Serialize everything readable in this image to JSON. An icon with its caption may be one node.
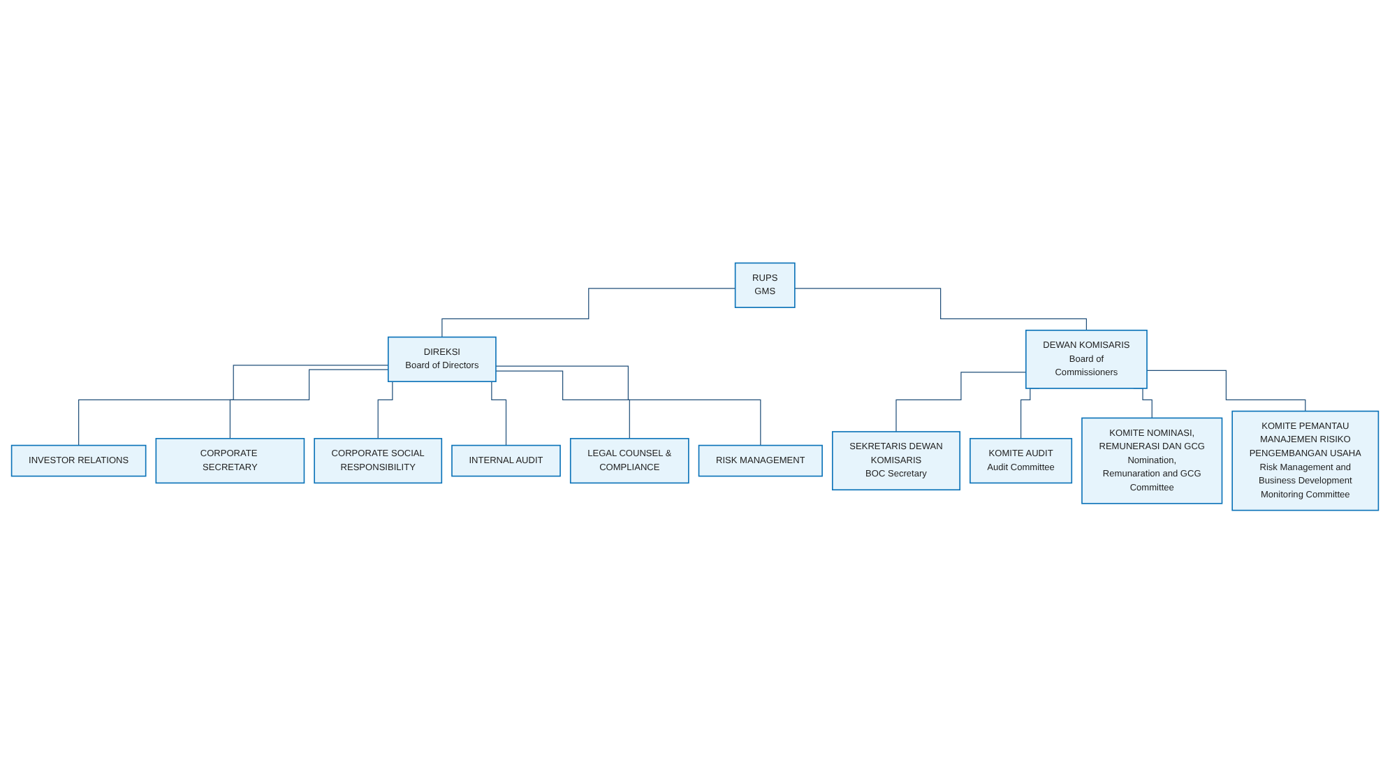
{
  "diagram": {
    "nodes": [
      {
        "text": [
          "RUPS",
          "GMS"
        ]
      },
      {
        "text": [
          "DIREKSI",
          "Board of Directors"
        ]
      },
      {
        "text": [
          "DEWAN KOMISARIS",
          "Board of Commissioners"
        ]
      },
      {
        "text": [
          "INVESTOR RELATIONS"
        ]
      },
      {
        "text": [
          "CORPORATE SECRETARY"
        ]
      },
      {
        "text": [
          "CORPORATE SOCIAL RESPONSIBILITY"
        ]
      },
      {
        "text": [
          "INTERNAL AUDIT"
        ]
      },
      {
        "text": [
          "LEGAL COUNSEL & COMPLIANCE"
        ]
      },
      {
        "text": [
          "RISK MANAGEMENT"
        ]
      },
      {
        "text": [
          "SEKRETARIS DEWAN KOMISARIS",
          "BOC Secretary"
        ]
      },
      {
        "text": [
          "KOMITE AUDIT",
          "Audit Committee"
        ]
      },
      {
        "text": [
          "KOMITE NOMINASI, REMUNERASI DAN GCG",
          "Nomination, Remunaration and GCG Committee"
        ]
      },
      {
        "text": [
          "KOMITE PEMANTAU MANAJEMEN RISIKO PENGEMBANGAN USAHA",
          "Risk Management and Business Development Monitoring Committee"
        ]
      }
    ],
    "edges": [
      {
        "from": 0,
        "to": 1,
        "arrow": "none"
      },
      {
        "from": 0,
        "to": 2,
        "arrow": "none"
      },
      {
        "from": 1,
        "to": 3,
        "arrow": "none"
      },
      {
        "from": 1,
        "to": 4,
        "arrow": "none"
      },
      {
        "from": 1,
        "to": 5,
        "arrow": "none"
      },
      {
        "from": 1,
        "to": 6,
        "arrow": "none"
      },
      {
        "from": 1,
        "to": 7,
        "arrow": "none"
      },
      {
        "from": 1,
        "to": 8,
        "arrow": "none"
      },
      {
        "from": 2,
        "to": 9,
        "arrow": "none"
      },
      {
        "from": 2,
        "to": 10,
        "arrow": "none"
      },
      {
        "from": 2,
        "to": 11,
        "arrow": "none"
      },
      {
        "from": 2,
        "to": 12,
        "arrow": "none"
      }
    ]
  }
}
